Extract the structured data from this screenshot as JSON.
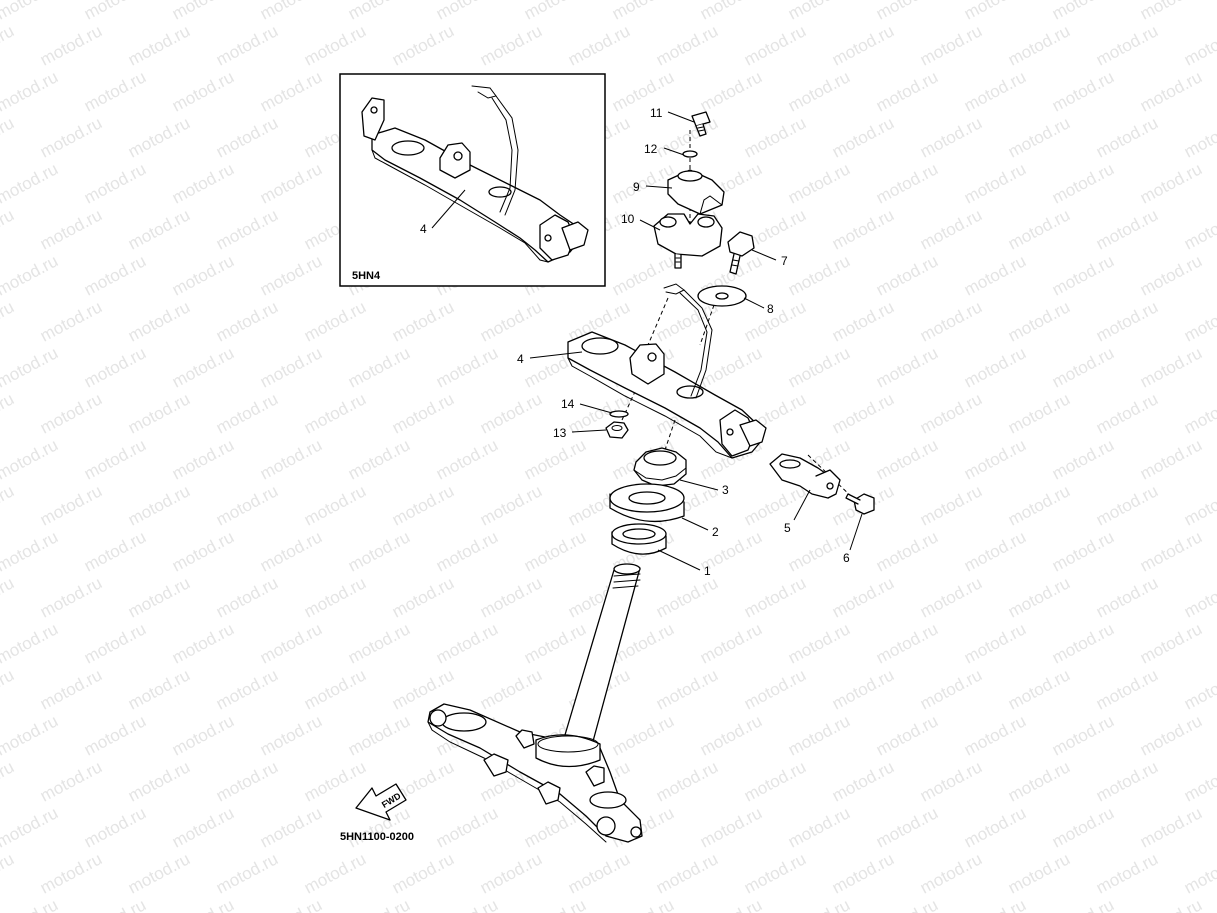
{
  "watermark": {
    "text": "motod.ru"
  },
  "inset": {
    "label": "5HN4"
  },
  "diagram_code": "5HN1100-0200",
  "fwd_badge": "FWD",
  "callouts": {
    "c1": "1",
    "c2": "2",
    "c3": "3",
    "c4": "4",
    "c4b": "4",
    "c5": "5",
    "c6": "6",
    "c7": "7",
    "c8": "8",
    "c9": "9",
    "c10": "10",
    "c11": "11",
    "c12": "12",
    "c13": "13",
    "c14": "14"
  }
}
